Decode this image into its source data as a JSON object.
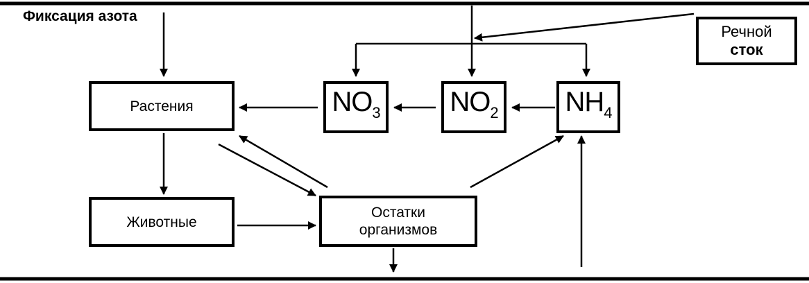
{
  "nitrogen_fixation_label": "Фиксация азота",
  "boxes": {
    "plants": "Растения",
    "animals": "Животные",
    "remains_line1": "Остатки",
    "remains_line2": "организмов",
    "no3_base": "NO",
    "no3_sub": "3",
    "no2_base": "NO",
    "no2_sub": "2",
    "nh4_base": "NH",
    "nh4_sub": "4",
    "river_line1": "Речной",
    "river_line2": "сток"
  },
  "colors": {
    "ink": "#000000",
    "background": "#ffffff"
  }
}
